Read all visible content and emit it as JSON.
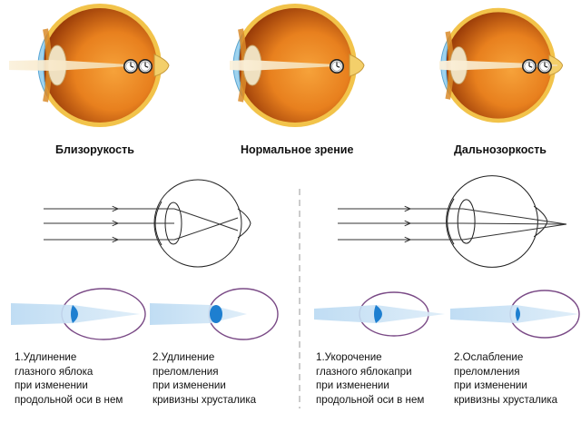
{
  "top_labels": {
    "myopia": "Близорукость",
    "normal": "Нормальное зрение",
    "hyperopia": "Дальнозоркость"
  },
  "captions": {
    "c1": [
      "1.Удлинение",
      "глазного яблока",
      "при изменении",
      "продольной оси в нем"
    ],
    "c2": [
      "2.Удлинение",
      "преломления",
      "при изменении",
      "кривизны хрусталика"
    ],
    "c3": [
      "1.Укорочение",
      "глазного яблокапри",
      "при изменении",
      "продольной оси в нем"
    ],
    "c4": [
      "2.Ослабление",
      "преломления",
      "при изменении",
      "кривизны хрусталика"
    ]
  },
  "colors": {
    "eye_orange": "#e8801e",
    "eye_dark": "#9a3c08",
    "sclera": "#f2c34a",
    "cornea_blue": "#9fd3ee",
    "light_beam": "#f7ead0",
    "clock_face": "#ffffff",
    "outline": "#222222",
    "oval_outline": "#7a4a86",
    "lens_blue": "#1e7fd0",
    "beam_blue": "#c8e1f5"
  },
  "icons": [
    "eye-cross-section-icon",
    "clock-icon",
    "eye-outline-icon",
    "lens-icon",
    "arrow-icon"
  ]
}
